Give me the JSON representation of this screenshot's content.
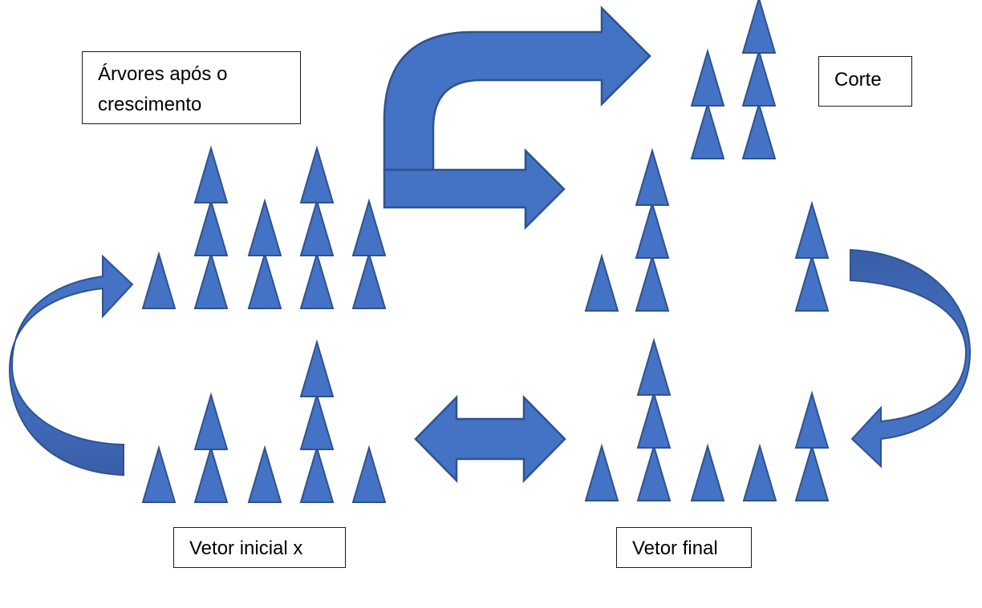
{
  "colors": {
    "fill": "#4472C4",
    "stroke": "#2F528F",
    "fill_dark": "#3A5EA8"
  },
  "labels": {
    "growth_line1": "Árvores após o",
    "growth_line2": "crescimento",
    "cut": "Corte",
    "initial": "Vetor inicial x",
    "final": "Vetor final"
  },
  "groups": {
    "growth": {
      "stack_heights": [
        1,
        3,
        2,
        3,
        2
      ]
    },
    "initial": {
      "stack_heights": [
        1,
        2,
        1,
        3,
        1
      ]
    },
    "final": {
      "stack_heights": [
        1,
        3,
        1,
        1,
        2
      ]
    },
    "after_cut": {
      "stack_heights": [
        1,
        3,
        2
      ]
    },
    "cut": {
      "stack_heights": [
        2,
        3
      ]
    }
  },
  "icons": {
    "tree": "triangle-tree-icon",
    "bent_arrow": "bent-arrow-icon",
    "right_arrow": "right-arrow-icon",
    "double_arrow": "double-arrow-icon",
    "curved_arrow": "curved-arrow-icon"
  }
}
